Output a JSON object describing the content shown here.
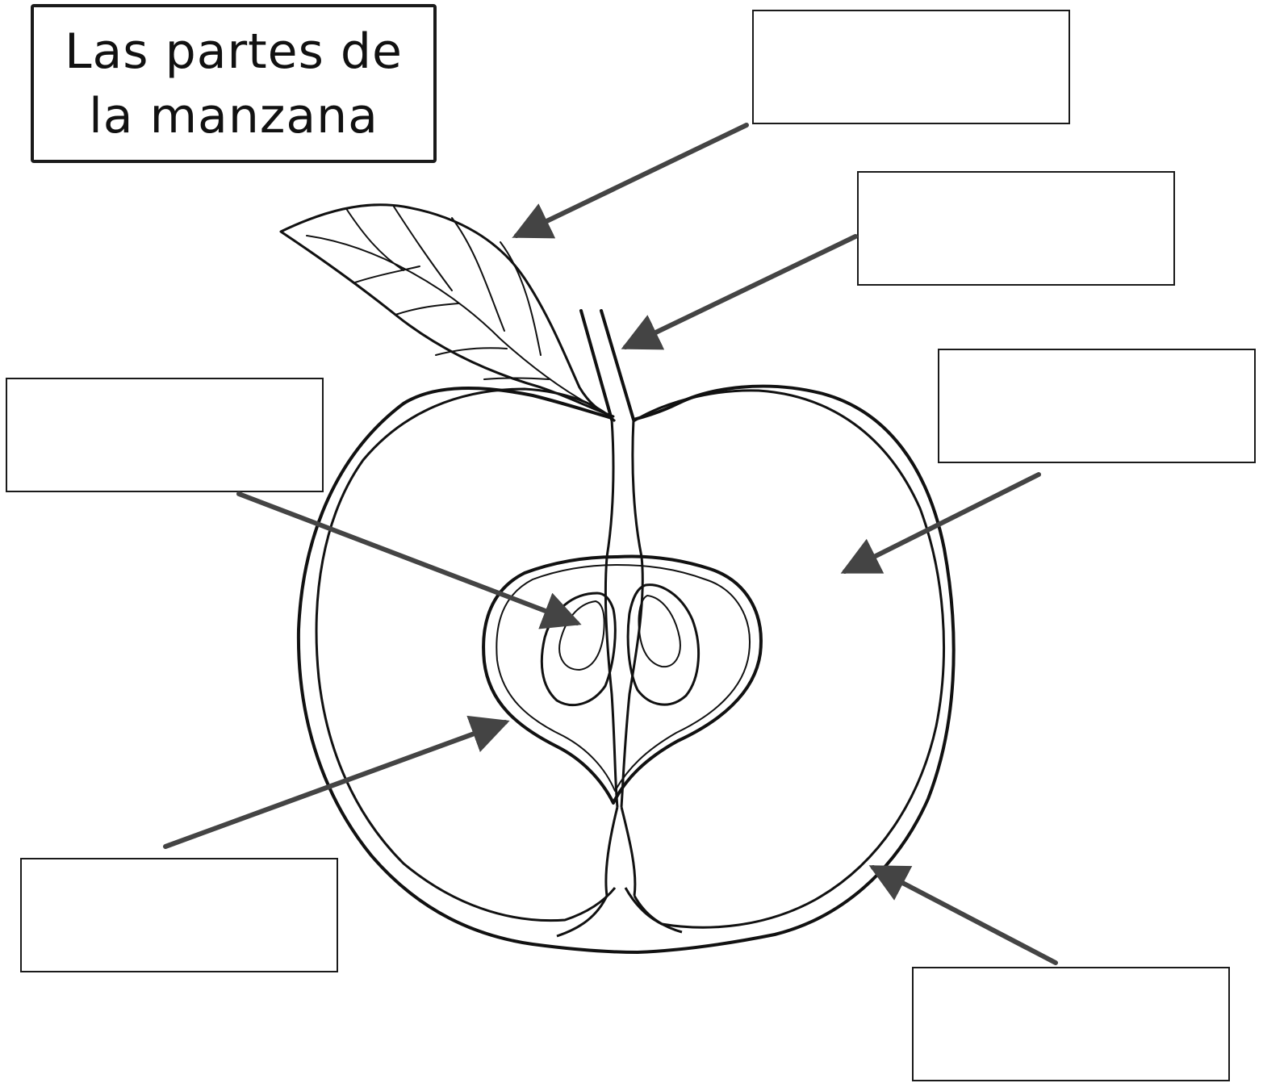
{
  "title": {
    "line1": "Las partes de",
    "line2": "la manzana"
  },
  "labels": [
    {
      "id": "leaf",
      "text": ""
    },
    {
      "id": "stem",
      "text": ""
    },
    {
      "id": "flesh",
      "text": ""
    },
    {
      "id": "seed",
      "text": ""
    },
    {
      "id": "core",
      "text": ""
    },
    {
      "id": "skin",
      "text": ""
    }
  ],
  "colors": {
    "line": "#111111",
    "arrow": "#444444",
    "background": "#ffffff"
  }
}
